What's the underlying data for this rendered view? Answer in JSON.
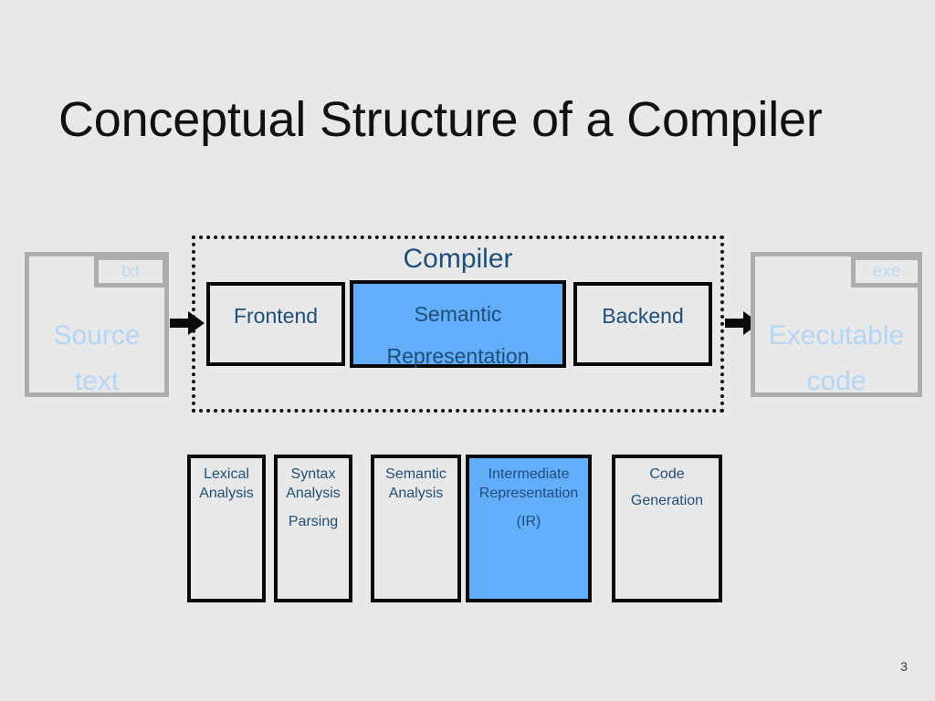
{
  "slide": {
    "title": "Conceptual Structure of a Compiler",
    "page_number": "3",
    "background_color": "#e8e8e8",
    "accent_blue": "#62aefb",
    "text_navy": "#1f4e79",
    "ghost_blue": "#b3d5f6",
    "gray_border": "#adadad"
  },
  "input_document": {
    "tab_label": "txt",
    "line1": "Source",
    "line2": "text"
  },
  "output_document": {
    "tab_label": "exe",
    "line1": "Executable",
    "line2": "code"
  },
  "compiler": {
    "title": "Compiler",
    "stages": [
      {
        "line1": "Frontend",
        "line2": "",
        "highlighted": false
      },
      {
        "line1": "Semantic",
        "line2": "Representation",
        "highlighted": true
      },
      {
        "line1": "Backend",
        "line2": "",
        "highlighted": false
      }
    ]
  },
  "phases": [
    {
      "line1": "Lexical",
      "line2": "Analysis",
      "line3": "",
      "highlighted": false
    },
    {
      "line1": "Syntax",
      "line2": "Analysis",
      "line3": "Parsing",
      "highlighted": false
    },
    {
      "line1": "Semantic",
      "line2": "Analysis",
      "line3": "",
      "highlighted": false
    },
    {
      "line1": "Intermediate",
      "line2": "Representation",
      "line3": "(IR)",
      "highlighted": true
    },
    {
      "line1": "Code",
      "line2": "Generation",
      "line3": "",
      "highlighted": false
    }
  ],
  "arrows": [
    {
      "name": "source-to-compiler"
    },
    {
      "name": "compiler-to-executable"
    }
  ]
}
